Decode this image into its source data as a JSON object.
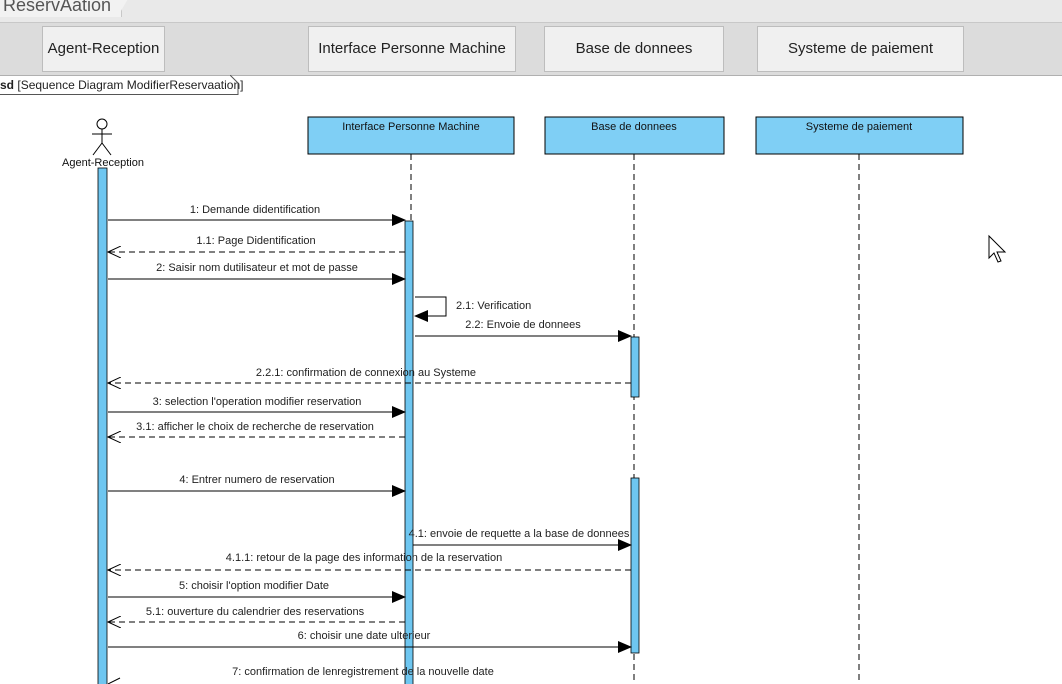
{
  "tab": {
    "label": "ReservAation"
  },
  "header": {
    "columns": [
      {
        "label": "Agent-Reception"
      },
      {
        "label": "Interface Personne Machine"
      },
      {
        "label": "Base de donnees"
      },
      {
        "label": "Systeme de paiement"
      }
    ]
  },
  "diagram": {
    "frame_keyword": "sd",
    "frame_title": "[Sequence Diagram ModifierReservaation]",
    "actor": {
      "label": "Agent-Reception"
    },
    "lifelines": [
      {
        "label": "Interface Personne Machine"
      },
      {
        "label": "Base de donnees"
      },
      {
        "label": "Systeme de paiement"
      }
    ],
    "messages": [
      {
        "id": "m1",
        "label": "1: Demande didentification",
        "kind": "sync"
      },
      {
        "id": "m1_1",
        "label": "1.1: Page Didentification",
        "kind": "return"
      },
      {
        "id": "m2",
        "label": "2: Saisir nom dutilisateur et mot de passe",
        "kind": "sync"
      },
      {
        "id": "m2_1",
        "label": "2.1: Verification",
        "kind": "self"
      },
      {
        "id": "m2_2",
        "label": "2.2: Envoie de donnees",
        "kind": "sync"
      },
      {
        "id": "m2_2_1",
        "label": "2.2.1: confirmation de connexion au Systeme",
        "kind": "return"
      },
      {
        "id": "m3",
        "label": "3: selection l'operation modifier reservation",
        "kind": "sync"
      },
      {
        "id": "m3_1",
        "label": "3.1: afficher le choix de recherche de reservation",
        "kind": "return"
      },
      {
        "id": "m4",
        "label": "4: Entrer numero de reservation",
        "kind": "sync"
      },
      {
        "id": "m4_1",
        "label": "4.1: envoie de requette a la base de donnees",
        "kind": "sync"
      },
      {
        "id": "m4_1_1",
        "label": "4.1.1: retour de la page des information de la reservation",
        "kind": "return"
      },
      {
        "id": "m5",
        "label": "5: choisir l'option modifier Date",
        "kind": "sync"
      },
      {
        "id": "m5_1",
        "label": "5.1: ouverture du calendrier des reservations",
        "kind": "return"
      },
      {
        "id": "m6",
        "label": "6: choisir une date ulterieur",
        "kind": "sync"
      },
      {
        "id": "m7",
        "label": "7: confirmation de lenregistrement de la nouvelle date",
        "kind": "return"
      }
    ]
  },
  "colors": {
    "lifeline_fill": "#7fcff5",
    "activation_fill": "#6ec6f0",
    "line": "#000000"
  },
  "cursor": {
    "icon": "mouse-pointer-icon"
  }
}
